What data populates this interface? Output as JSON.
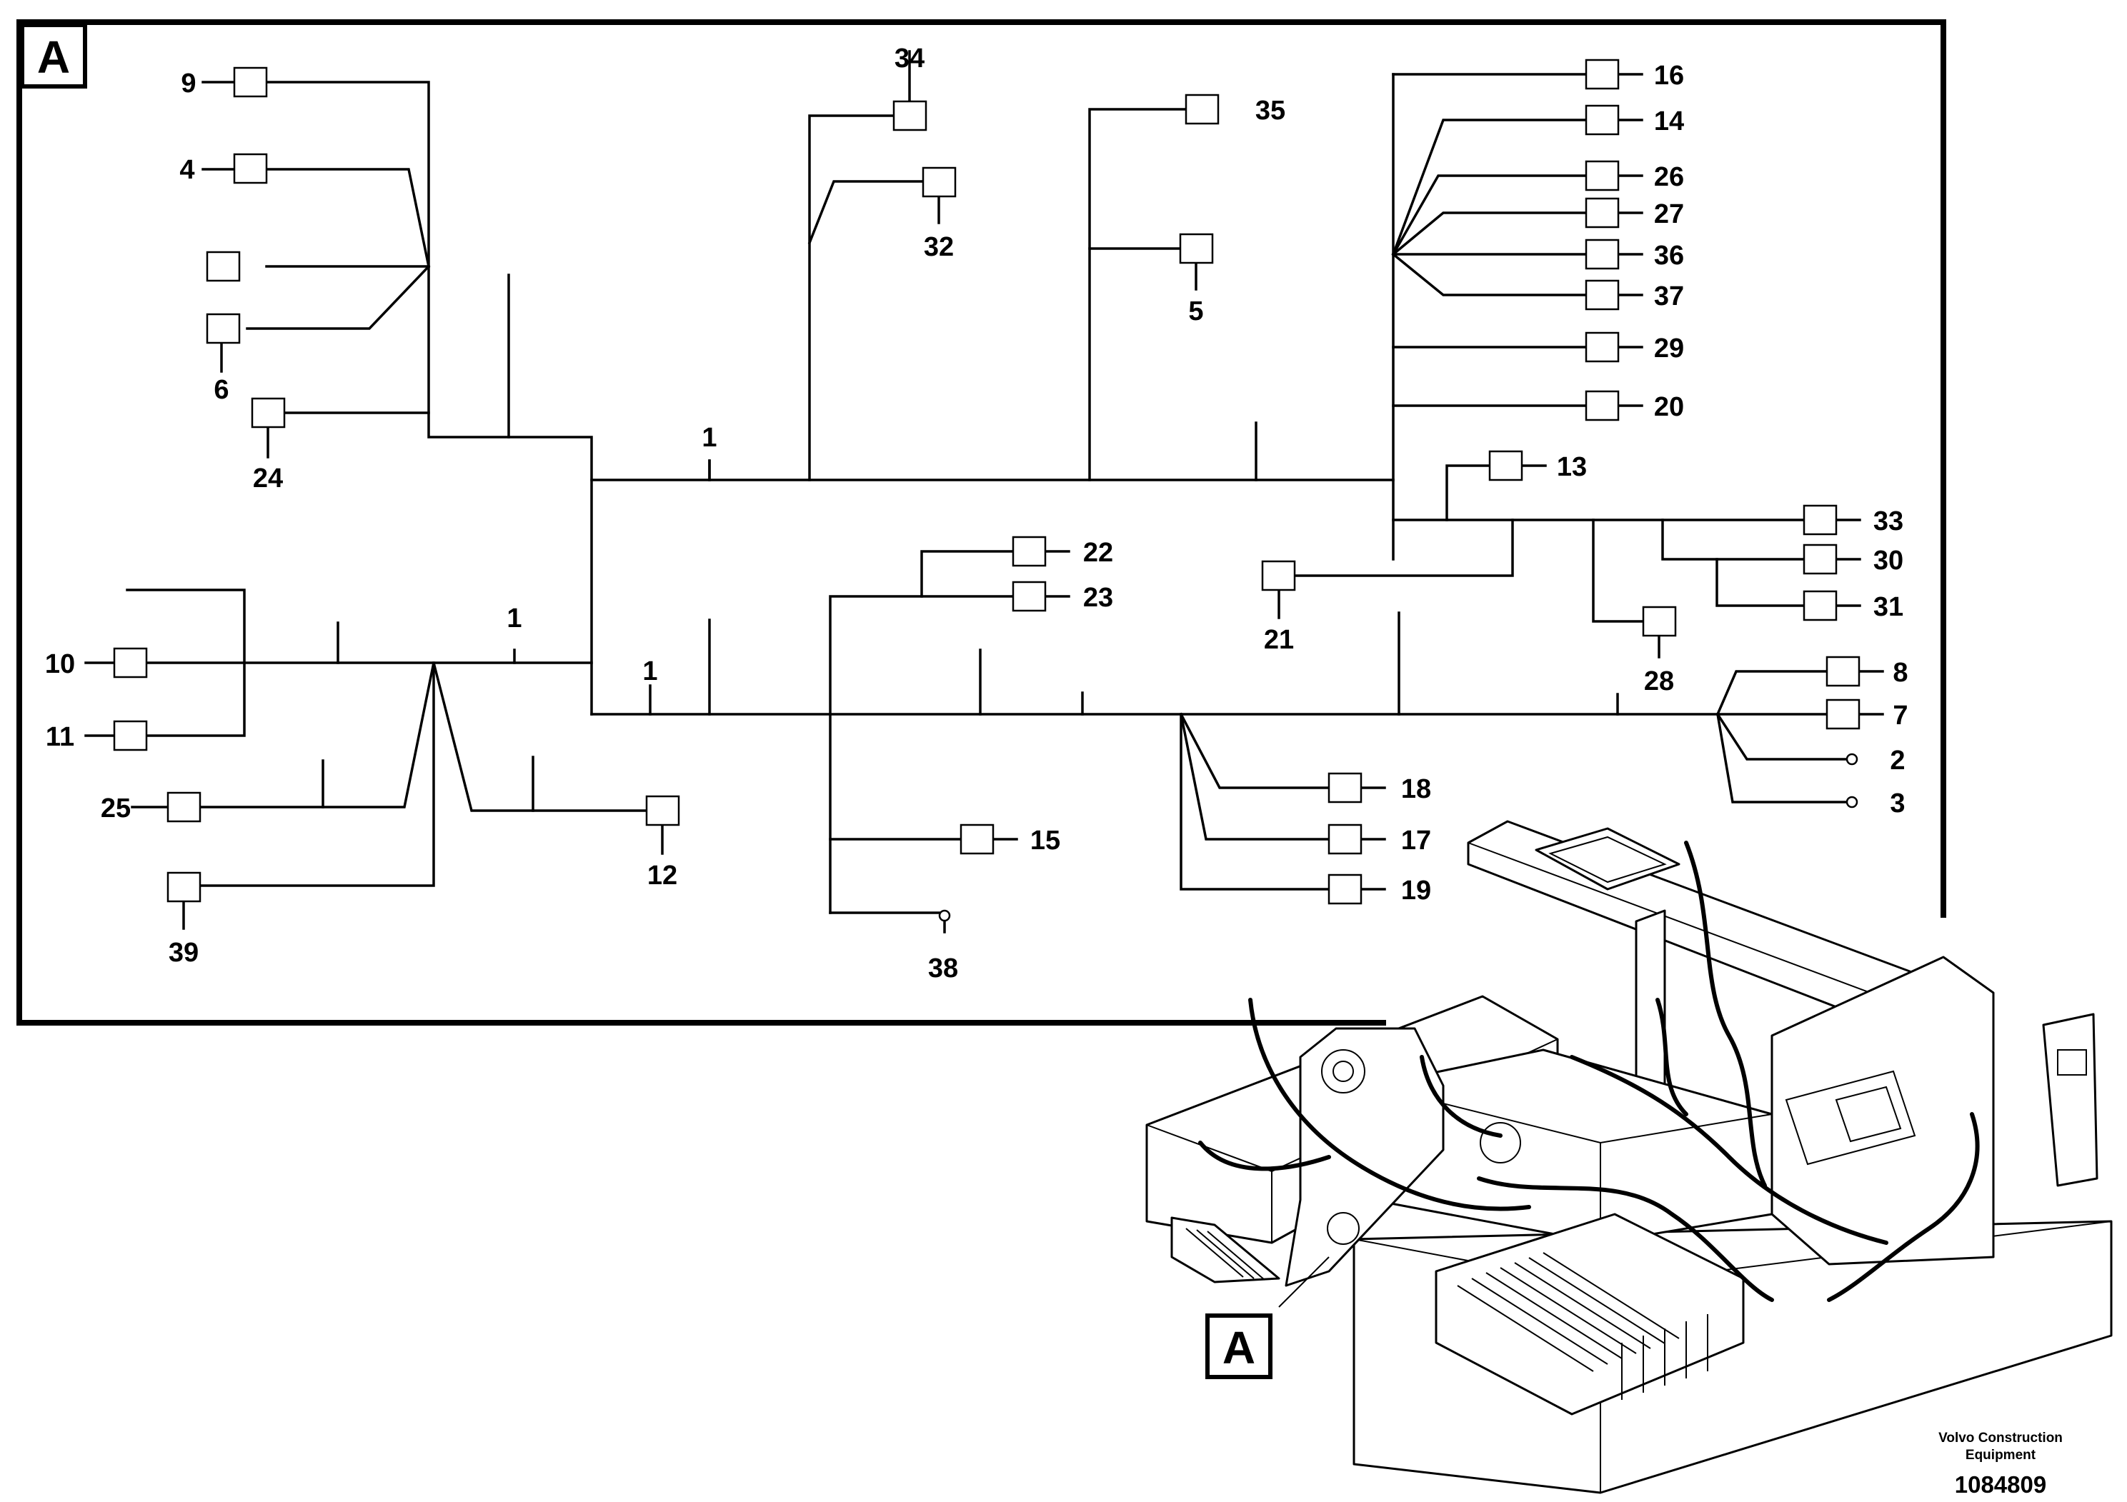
{
  "detail_view": {
    "label": "A"
  },
  "callout": {
    "label": "A"
  },
  "footer": {
    "manufacturer_line1": "Volvo Construction",
    "manufacturer_line2": "Equipment",
    "drawing_number": "1084809"
  },
  "items": {
    "i1a": "1",
    "i1b": "1",
    "i1c": "1",
    "i2": "2",
    "i3": "3",
    "i4": "4",
    "i5": "5",
    "i6": "6",
    "i7": "7",
    "i8": "8",
    "i9": "9",
    "i10": "10",
    "i11": "11",
    "i12": "12",
    "i13": "13",
    "i14": "14",
    "i15": "15",
    "i16": "16",
    "i17": "17",
    "i18": "18",
    "i19": "19",
    "i20": "20",
    "i21": "21",
    "i22": "22",
    "i23": "23",
    "i24": "24",
    "i25": "25",
    "i26": "26",
    "i27": "27",
    "i28": "28",
    "i29": "29",
    "i30": "30",
    "i31": "31",
    "i32": "32",
    "i33": "33",
    "i34": "34",
    "i35": "35",
    "i36": "36",
    "i37": "37",
    "i38": "38",
    "i39": "39"
  }
}
